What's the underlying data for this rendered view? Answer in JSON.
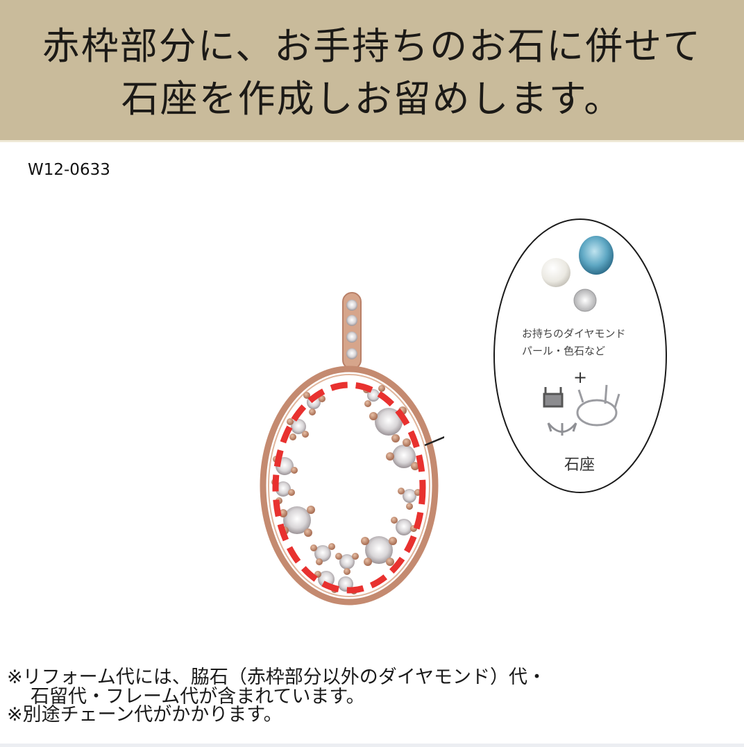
{
  "banner": {
    "line1": "赤枠部分に、お手持ちのお石に併せて",
    "line2": "石座を作成しお留めします。",
    "background_color": "#c9bb9b"
  },
  "product": {
    "code": "W12-0633",
    "image": "pendant-icon",
    "highlight_color": "#e8312f",
    "metal_color": "#c9937a"
  },
  "callout": {
    "stones_label_line1": "お持ちのダイヤモンド",
    "stones_label_line2": "パール・色石など",
    "plus": "+",
    "setting_label": "石座",
    "stones": [
      "pearl-icon",
      "aquamarine-icon",
      "diamond-icon"
    ],
    "settings": [
      "square-setting-icon",
      "oval-setting-icon",
      "crown-setting-icon"
    ]
  },
  "notes": {
    "line1": "※リフォーム代には、脇石（赤枠部分以外のダイヤモンド）代・",
    "line2": "石留代・フレーム代が含まれています。",
    "line3": "※別途チェーン代がかかります。"
  }
}
